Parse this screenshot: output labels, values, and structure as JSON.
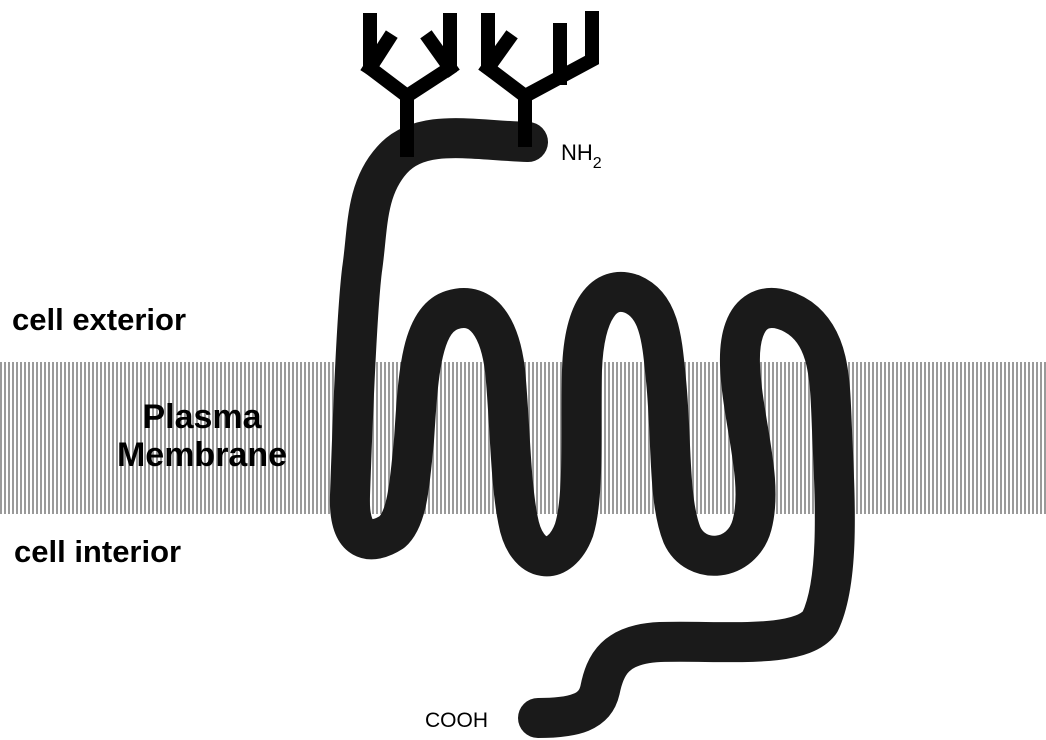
{
  "labels": {
    "cell_exterior": "cell exterior",
    "cell_interior": "cell interior",
    "membrane_line1": "Plasma",
    "membrane_line2": "Membrane",
    "n_terminus": "NH",
    "n_terminus_subscript": "2",
    "c_terminus": "COOH"
  },
  "colors": {
    "protein_chain": "#1a1a1a",
    "membrane": "#9a9a9a",
    "background": "#ffffff"
  },
  "icons": {
    "glycan": "branched-sugar-icon"
  },
  "features": {
    "transmembrane_segments": 7,
    "glycosylation_sites": 2
  }
}
